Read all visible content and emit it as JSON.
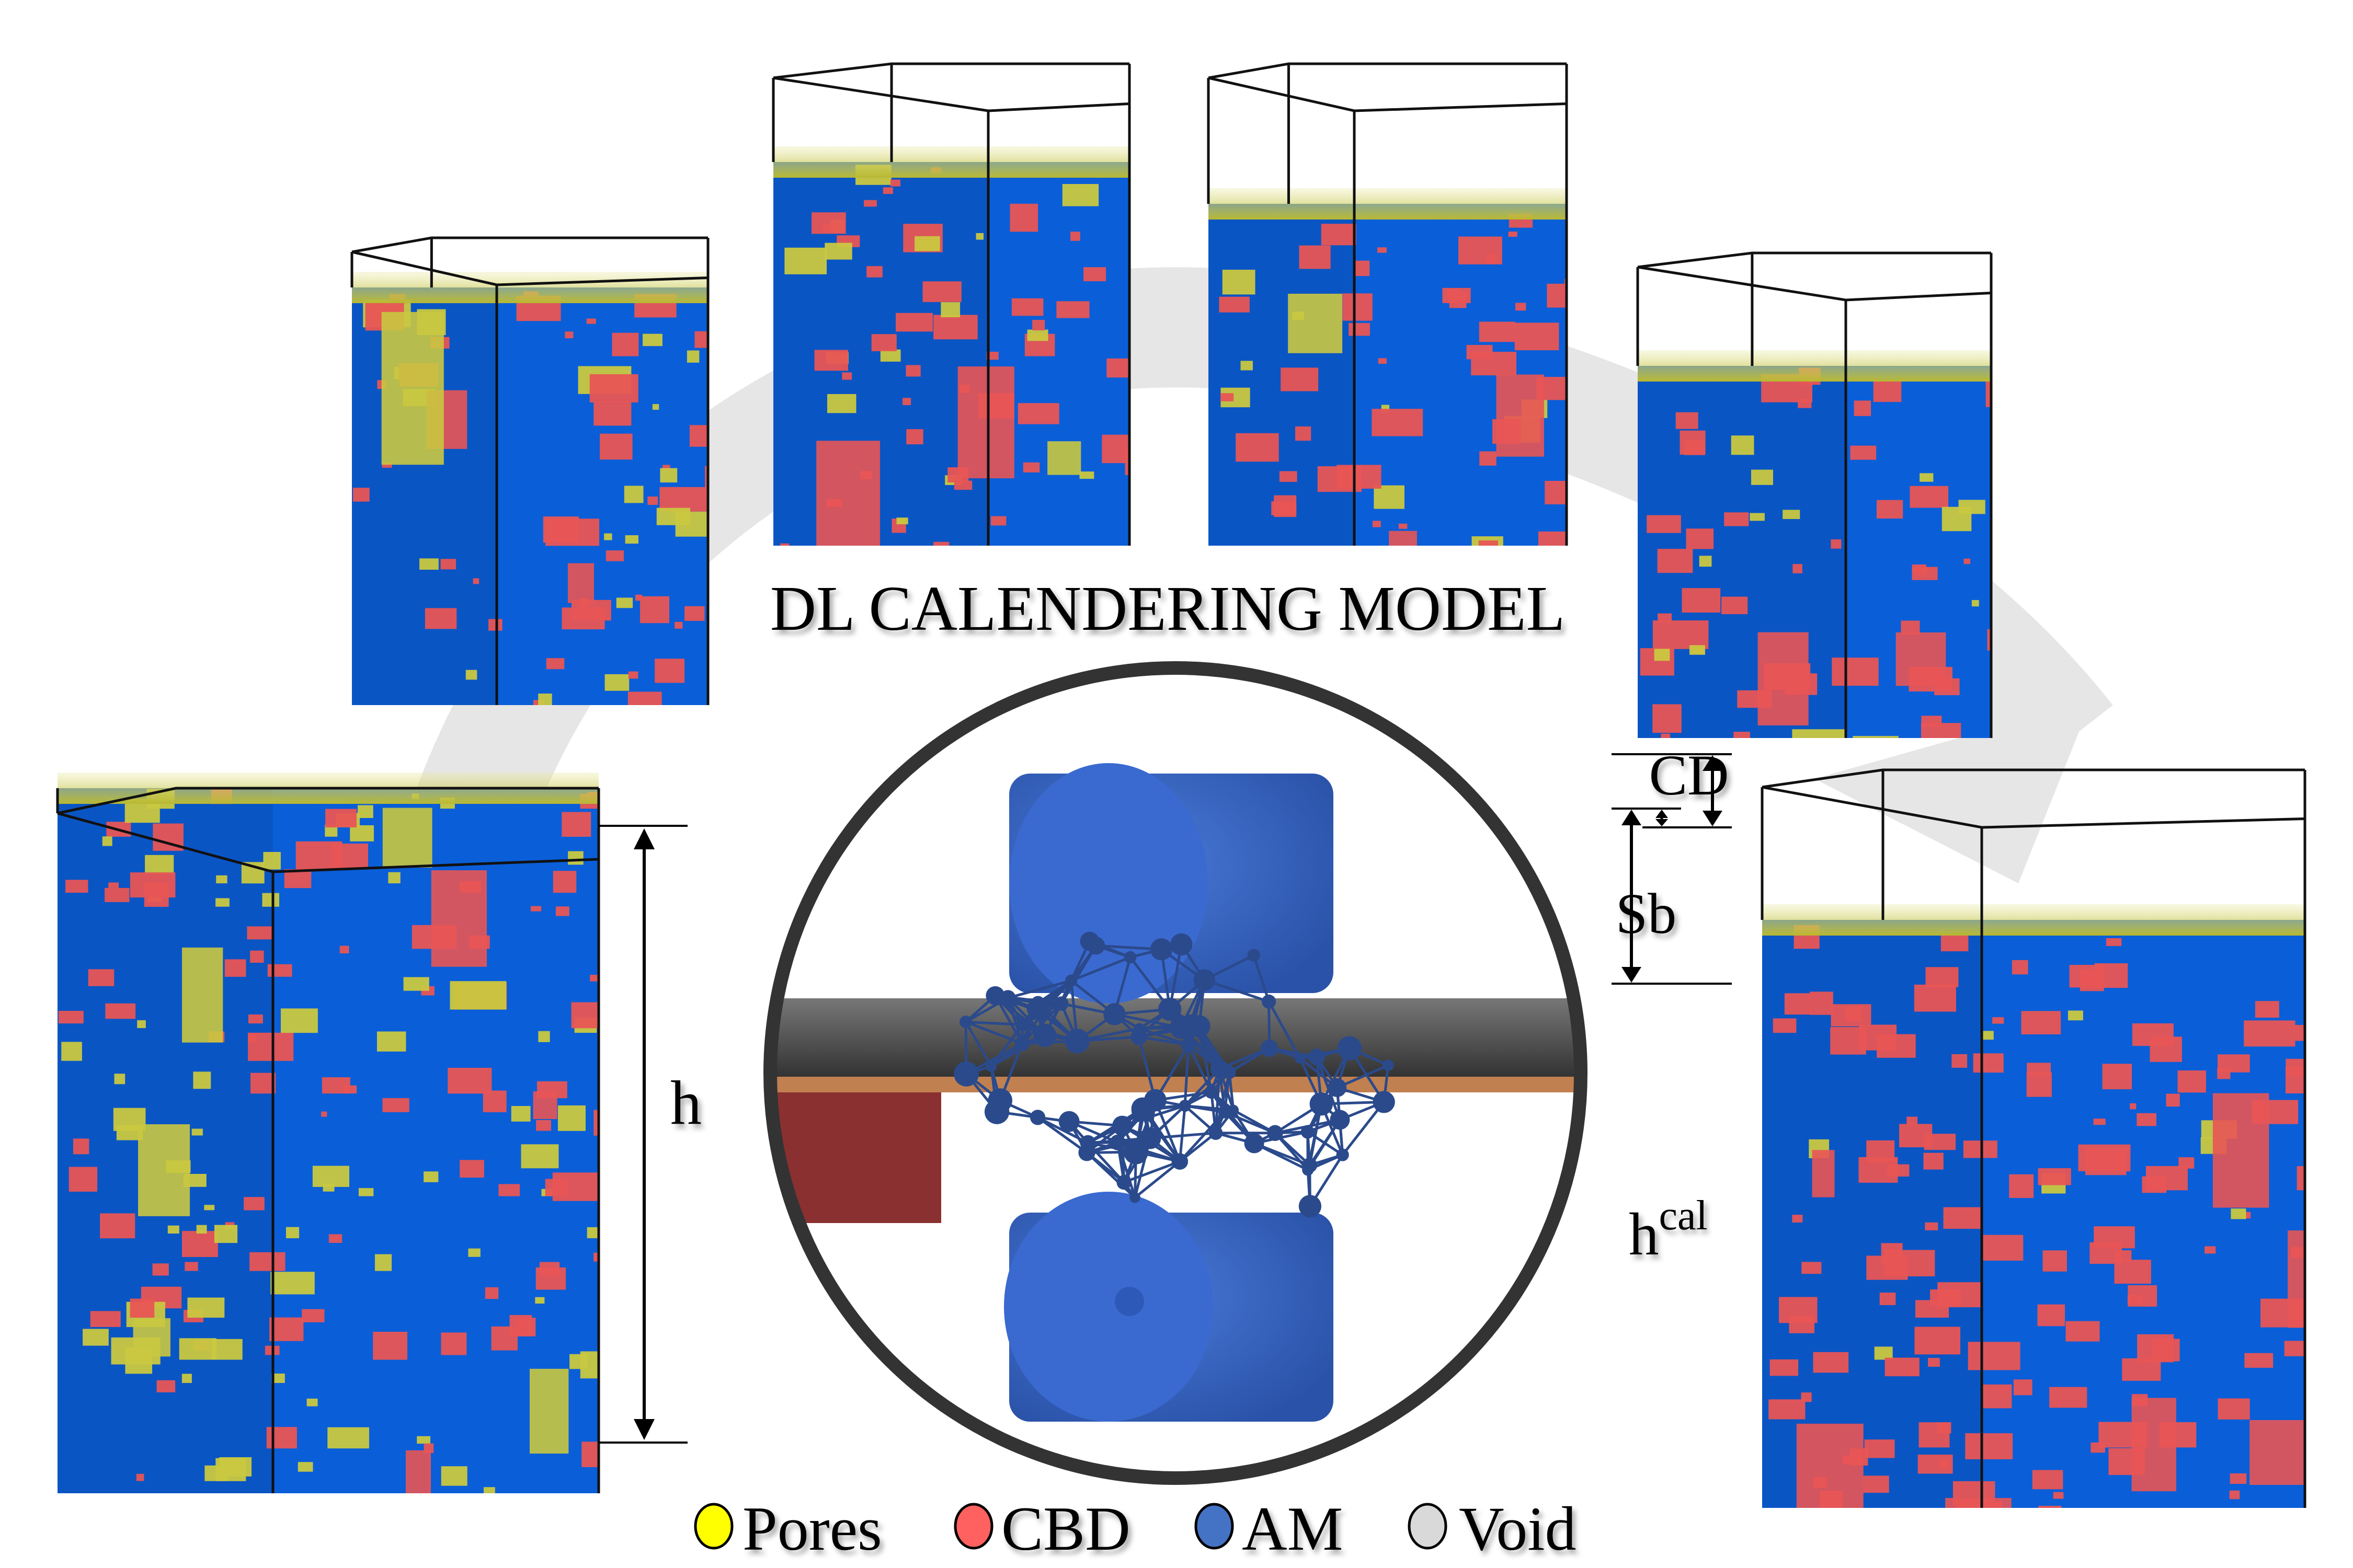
{
  "title": "DL CALENDERING MODEL",
  "labels": {
    "h": "h",
    "cd": "CD",
    "sb": "Sb",
    "hcal_base": "h",
    "hcal_sup": "cal"
  },
  "legend": [
    {
      "label": "Pores",
      "color": "#ffff00"
    },
    {
      "label": "CBD",
      "color": "#ff6060"
    },
    {
      "label": "AM",
      "color": "#4472c4"
    },
    {
      "label": "Void",
      "color": "#d9d9d9"
    }
  ],
  "colors": {
    "am": "#0a5ed8",
    "cbd": "#e85555",
    "pores": "#c9c840",
    "arrow": "#e6e6e6",
    "circle_border": "#333333",
    "roller": "#3565c0",
    "graph": "#2b4a8c"
  }
}
